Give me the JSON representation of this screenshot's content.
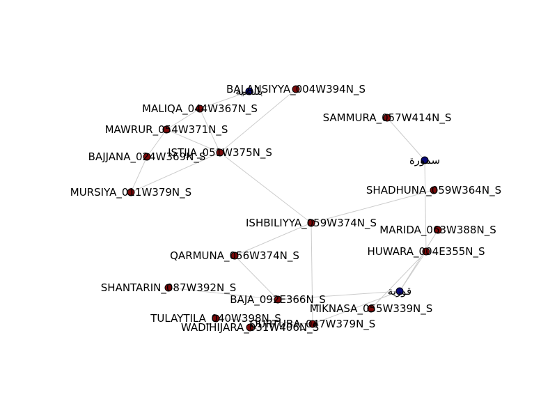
{
  "colors": {
    "edge": "#cccccc",
    "node_default": "#7a0a0a",
    "node_highlight": "#0a0a78",
    "node_stroke": "#000000",
    "label": "#000000",
    "background": "#ffffff"
  },
  "nodes": [
    {
      "id": "balansiyya",
      "label": "BALANSIYYA_004W394N_S",
      "group": "default"
    },
    {
      "id": "balansiyya_ar",
      "label": "بلنسية",
      "group": "highlight"
    },
    {
      "id": "maliqa",
      "label": "MALIQA_044W367N_S",
      "group": "default"
    },
    {
      "id": "mawrur",
      "label": "MAWRUR_054W371N_S",
      "group": "default"
    },
    {
      "id": "istija",
      "label": "ISTIJA_051W375N_S",
      "group": "default"
    },
    {
      "id": "bajjana",
      "label": "BAJJANA_024W369N_S",
      "group": "default"
    },
    {
      "id": "mursiya",
      "label": "MURSIYA_011W379N_S",
      "group": "default"
    },
    {
      "id": "sammura",
      "label": "SAMMURA_057W414N_S",
      "group": "default"
    },
    {
      "id": "sammura_ar",
      "label": "سمورة",
      "group": "highlight"
    },
    {
      "id": "shadhuna",
      "label": "SHADHUNA_059W364N_S",
      "group": "default"
    },
    {
      "id": "ishbiliyya",
      "label": "ISHBILIYYA_059W374N_S",
      "group": "default"
    },
    {
      "id": "marida",
      "label": "MARIDA_063W388N_S",
      "group": "default"
    },
    {
      "id": "huwara",
      "label": "HUWARA_004E355N_S",
      "group": "default"
    },
    {
      "id": "qarmuna",
      "label": "QARMUNA_056W374N_S",
      "group": "default"
    },
    {
      "id": "shantarin",
      "label": "SHANTARIN_087W392N_S",
      "group": "default"
    },
    {
      "id": "baja",
      "label": "BAJA_092E366N_S",
      "group": "default"
    },
    {
      "id": "qawriyya",
      "label": "قورية",
      "group": "highlight"
    },
    {
      "id": "miknasa",
      "label": "MIKNASA_055W339N_S",
      "group": "default"
    },
    {
      "id": "tulaytila",
      "label": "TULAYTILA_040W398N_S",
      "group": "default"
    },
    {
      "id": "qurtuba",
      "label": "QURTUBA_047W379N_S",
      "group": "default"
    },
    {
      "id": "wadihijara",
      "label": "WADIHIJARA_031W406N_S",
      "group": "default"
    }
  ],
  "edges": [
    [
      "balansiyya",
      "istija"
    ],
    [
      "maliqa",
      "mawrur"
    ],
    [
      "maliqa",
      "istija"
    ],
    [
      "maliqa",
      "balansiyya_ar"
    ],
    [
      "mawrur",
      "istija"
    ],
    [
      "mawrur",
      "bajjana"
    ],
    [
      "bajjana",
      "mursiya"
    ],
    [
      "istija",
      "mursiya"
    ],
    [
      "istija",
      "ishbiliyya"
    ],
    [
      "sammura",
      "sammura_ar"
    ],
    [
      "sammura_ar",
      "huwara"
    ],
    [
      "shadhuna",
      "ishbiliyya"
    ],
    [
      "ishbiliyya",
      "qarmuna"
    ],
    [
      "ishbiliyya",
      "qurtuba"
    ],
    [
      "qarmuna",
      "baja"
    ],
    [
      "shantarin",
      "baja"
    ],
    [
      "baja",
      "qawriyya"
    ],
    [
      "marida",
      "qawriyya"
    ],
    [
      "huwara",
      "qawriyya"
    ],
    [
      "huwara",
      "miknasa"
    ],
    [
      "qawriyya",
      "qurtuba"
    ],
    [
      "tulaytila",
      "qurtuba"
    ]
  ]
}
